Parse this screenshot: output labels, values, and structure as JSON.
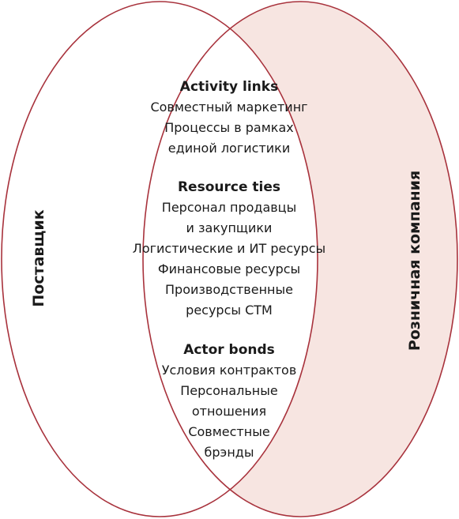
{
  "diagram": {
    "left_set_label": "Поставщик",
    "right_set_label": "Розничная компания",
    "colors": {
      "outline": "#a8323c",
      "right_fill": "#f7e5e1",
      "text": "#1a1a1a"
    },
    "groups": [
      {
        "title": "Activity links",
        "items": [
          "Совместный маркетинг",
          "Процессы в рамках",
          "единой логистики"
        ]
      },
      {
        "title": "Resource ties",
        "items": [
          "Персонал продавцы",
          "и закупщики",
          "Логистические и ИТ ресурсы",
          "Финансовые ресурсы",
          "Производственные",
          "ресурсы СТМ"
        ]
      },
      {
        "title": "Actor bonds",
        "items": [
          "Условия контрактов",
          "Персональные",
          "отношения",
          "Совместные",
          "брэнды"
        ]
      }
    ]
  }
}
